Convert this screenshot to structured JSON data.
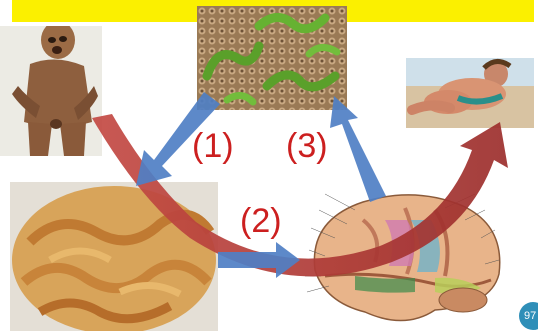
{
  "banner": {
    "color": "#fbf000"
  },
  "step_labels": {
    "one": "(1)",
    "two": "(2)",
    "three": "(3)"
  },
  "page_number": "97",
  "images": {
    "person_in_pain": "person-clutching-abdomen-image",
    "bacteria": "bacteria-on-intestinal-lining-image",
    "intestine": "intestine-tissue-image",
    "brain": "labeled-brain-diagram-image",
    "obese_person": "obese-person-on-beach-image"
  },
  "colors": {
    "red_arrow": "#b23a36",
    "blue_arrow": "#4f7fc4",
    "label_red": "#cc1f1f",
    "badge": "#2f8fb8"
  }
}
